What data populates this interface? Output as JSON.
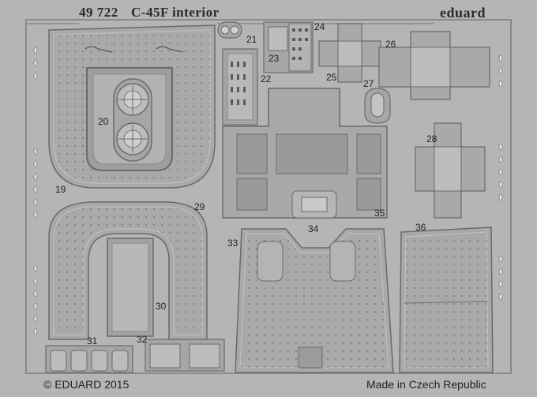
{
  "header": {
    "code": "49 722",
    "title": "C-45F interior",
    "brand": "eduard"
  },
  "footer": {
    "copyright": "© EDUARD 2015",
    "origin": "Made in Czech Republic"
  },
  "part_numbers": [
    "19",
    "20",
    "21",
    "22",
    "23",
    "24",
    "25",
    "26",
    "27",
    "28",
    "29",
    "30",
    "31",
    "32",
    "33",
    "34",
    "35",
    "36"
  ],
  "colors": {
    "sheet": "#b5b5b5",
    "part_fill": "#aaaaaa",
    "part_edge": "#6a6a6a",
    "highlight": "#d9d9d9",
    "text": "#222222"
  }
}
